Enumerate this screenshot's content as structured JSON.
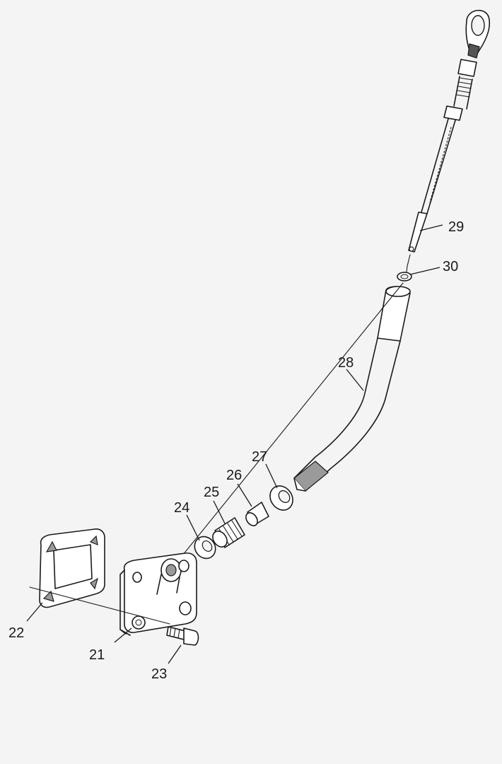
{
  "labels": {
    "p21": "21",
    "p22": "22",
    "p23": "23",
    "p24": "24",
    "p25": "25",
    "p26": "26",
    "p27": "27",
    "p28": "28",
    "p29": "29",
    "p30": "30"
  }
}
